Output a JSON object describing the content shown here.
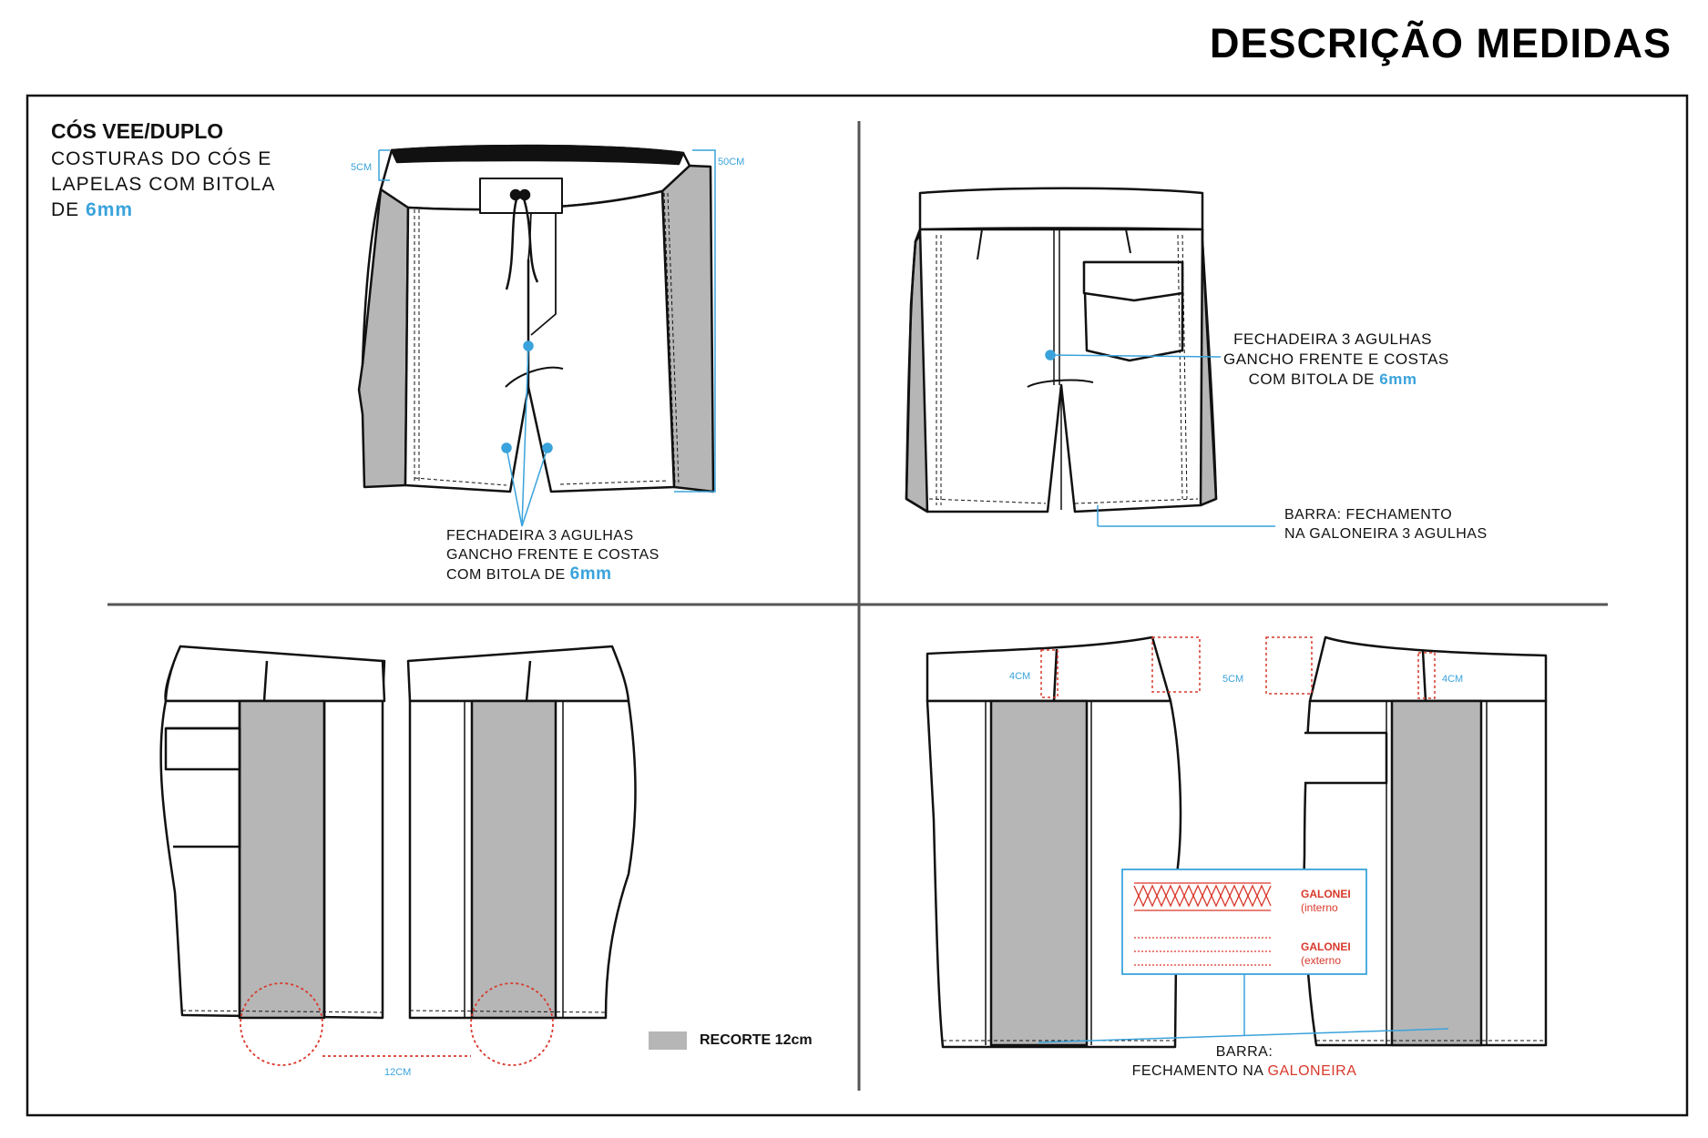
{
  "header": {
    "title": "DESCRIÇÃO MEDIDAS"
  },
  "front": {
    "title": "CÓS VEE/DUPLO",
    "desc_line1": "COSTURAS DO CÓS E",
    "desc_line2": "LAPELAS  COM BITOLA",
    "desc_line3_prefix": "DE",
    "desc_highlight": "6mm",
    "dim_waist": "5CM",
    "dim_length": "50CM",
    "caption_line1": "FECHADEIRA 3 AGULHAS",
    "caption_line2": "GANCHO FRENTE E COSTAS",
    "caption_line3_prefix": "COM BITOLA DE",
    "caption_highlight": "6mm"
  },
  "back": {
    "caption_line1": "FECHADEIRA 3 AGULHAS",
    "caption_line2": "GANCHO FRENTE E COSTAS",
    "caption_line3_prefix": "COM BITOLA DE",
    "caption_highlight": "6mm",
    "hem_line1": "BARRA: FECHAMENTO",
    "hem_line2": "NA GALONEIRA 3 AGULHAS"
  },
  "sides": {
    "dim_recorte": "12CM",
    "legend_label": "RECORTE 12cm",
    "legend_color": "#b6b6b6"
  },
  "profile": {
    "dim_left": "4CM",
    "dim_mid": "5CM",
    "dim_right": "4CM",
    "detail_label1": "GALONEI",
    "detail_sub1": "(interno",
    "detail_label2": "GALONEI",
    "detail_sub2": "(externo",
    "hem_line1": "BARRA:",
    "hem_line2_prefix": "FECHAMENTO NA",
    "hem_highlight": "GALONEIRA"
  },
  "colors": {
    "accent_blue": "#3aa3dc",
    "accent_red": "#d9382b",
    "panel_gray": "#b6b6b6",
    "line": "#111111"
  }
}
